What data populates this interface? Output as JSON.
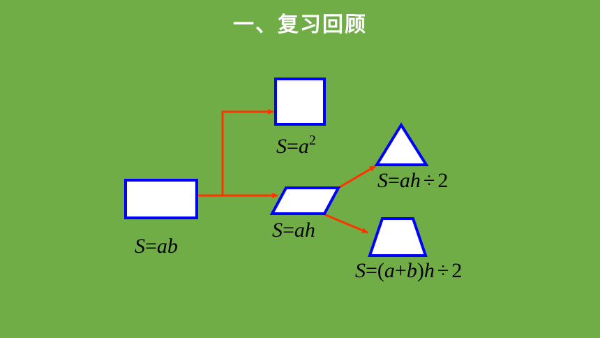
{
  "title": "一、复习回顾",
  "colors": {
    "background": "#70ad47",
    "shape_stroke": "#0000ff",
    "shape_fill": "#ffffff",
    "arrow": "#ff3300"
  },
  "formulas": {
    "rectangle": {
      "s": "S",
      "eq": "=",
      "body": "ab"
    },
    "square": {
      "s": "S",
      "eq": "=",
      "body": "a",
      "exp": "2"
    },
    "parallelogram": {
      "s": "S",
      "eq": "=",
      "body": "ah"
    },
    "triangle": {
      "s": "S",
      "eq": "=",
      "body": "ah",
      "div": "÷",
      "num": "2"
    },
    "trapezoid": {
      "s": "S",
      "eq": "=",
      "open": "(",
      "a": "a",
      "plus": "+",
      "b": "b",
      "close": ")",
      "h": "h",
      "div": "÷",
      "num": "2"
    }
  }
}
